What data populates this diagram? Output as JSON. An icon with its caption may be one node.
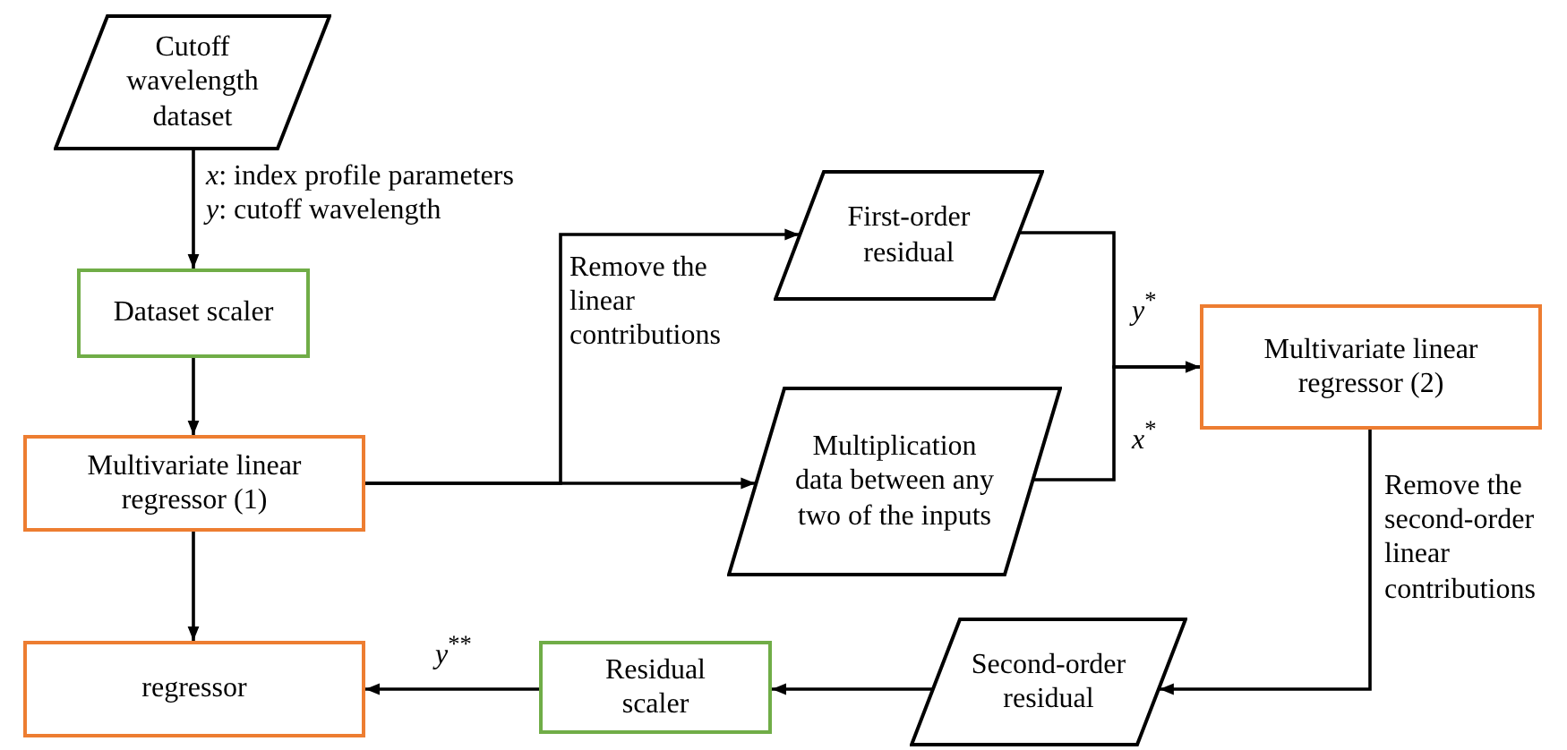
{
  "diagram": {
    "nodes": [
      {
        "text": [
          "Cutoff wavelength dataset"
        ]
      },
      {
        "text": [
          "Dataset scaler"
        ]
      },
      {
        "text": [
          "Multivariate linear regressor (1)"
        ]
      },
      {
        "text": [
          "regressor"
        ]
      },
      {
        "text": [
          "First-order residual"
        ]
      },
      {
        "text": [
          "Multiplication data between any two of the inputs"
        ]
      },
      {
        "text": [
          "Multivariate linear regressor (2)"
        ]
      },
      {
        "text": [
          "Second-order residual"
        ]
      },
      {
        "text": [
          "Residual scaler"
        ]
      }
    ],
    "edges": [
      {
        "from": 0,
        "to": 1,
        "arrow": "to",
        "label": "*x*: index profile parameters *y*: cutoff wavelength"
      },
      {
        "from": 1,
        "to": 2,
        "arrow": "to"
      },
      {
        "from": 2,
        "to": 4,
        "arrow": "to",
        "label": "Remove the linear contributions"
      },
      {
        "from": 2,
        "to": 5,
        "arrow": "to"
      },
      {
        "from": 4,
        "to": 6,
        "arrow": "to",
        "label": "*y*$^{*}$"
      },
      {
        "from": 5,
        "to": 6,
        "arrow": "to",
        "label": "*x*$^{*}$"
      },
      {
        "from": 6,
        "to": 7,
        "arrow": "to",
        "label": "Remove the second-order linear contributions"
      },
      {
        "from": 7,
        "to": 8,
        "arrow": "to"
      },
      {
        "from": 8,
        "to": 3,
        "arrow": "to",
        "label": "*y*$^{**}$"
      },
      {
        "from": 2,
        "to": 3,
        "arrow": "to"
      }
    ]
  }
}
